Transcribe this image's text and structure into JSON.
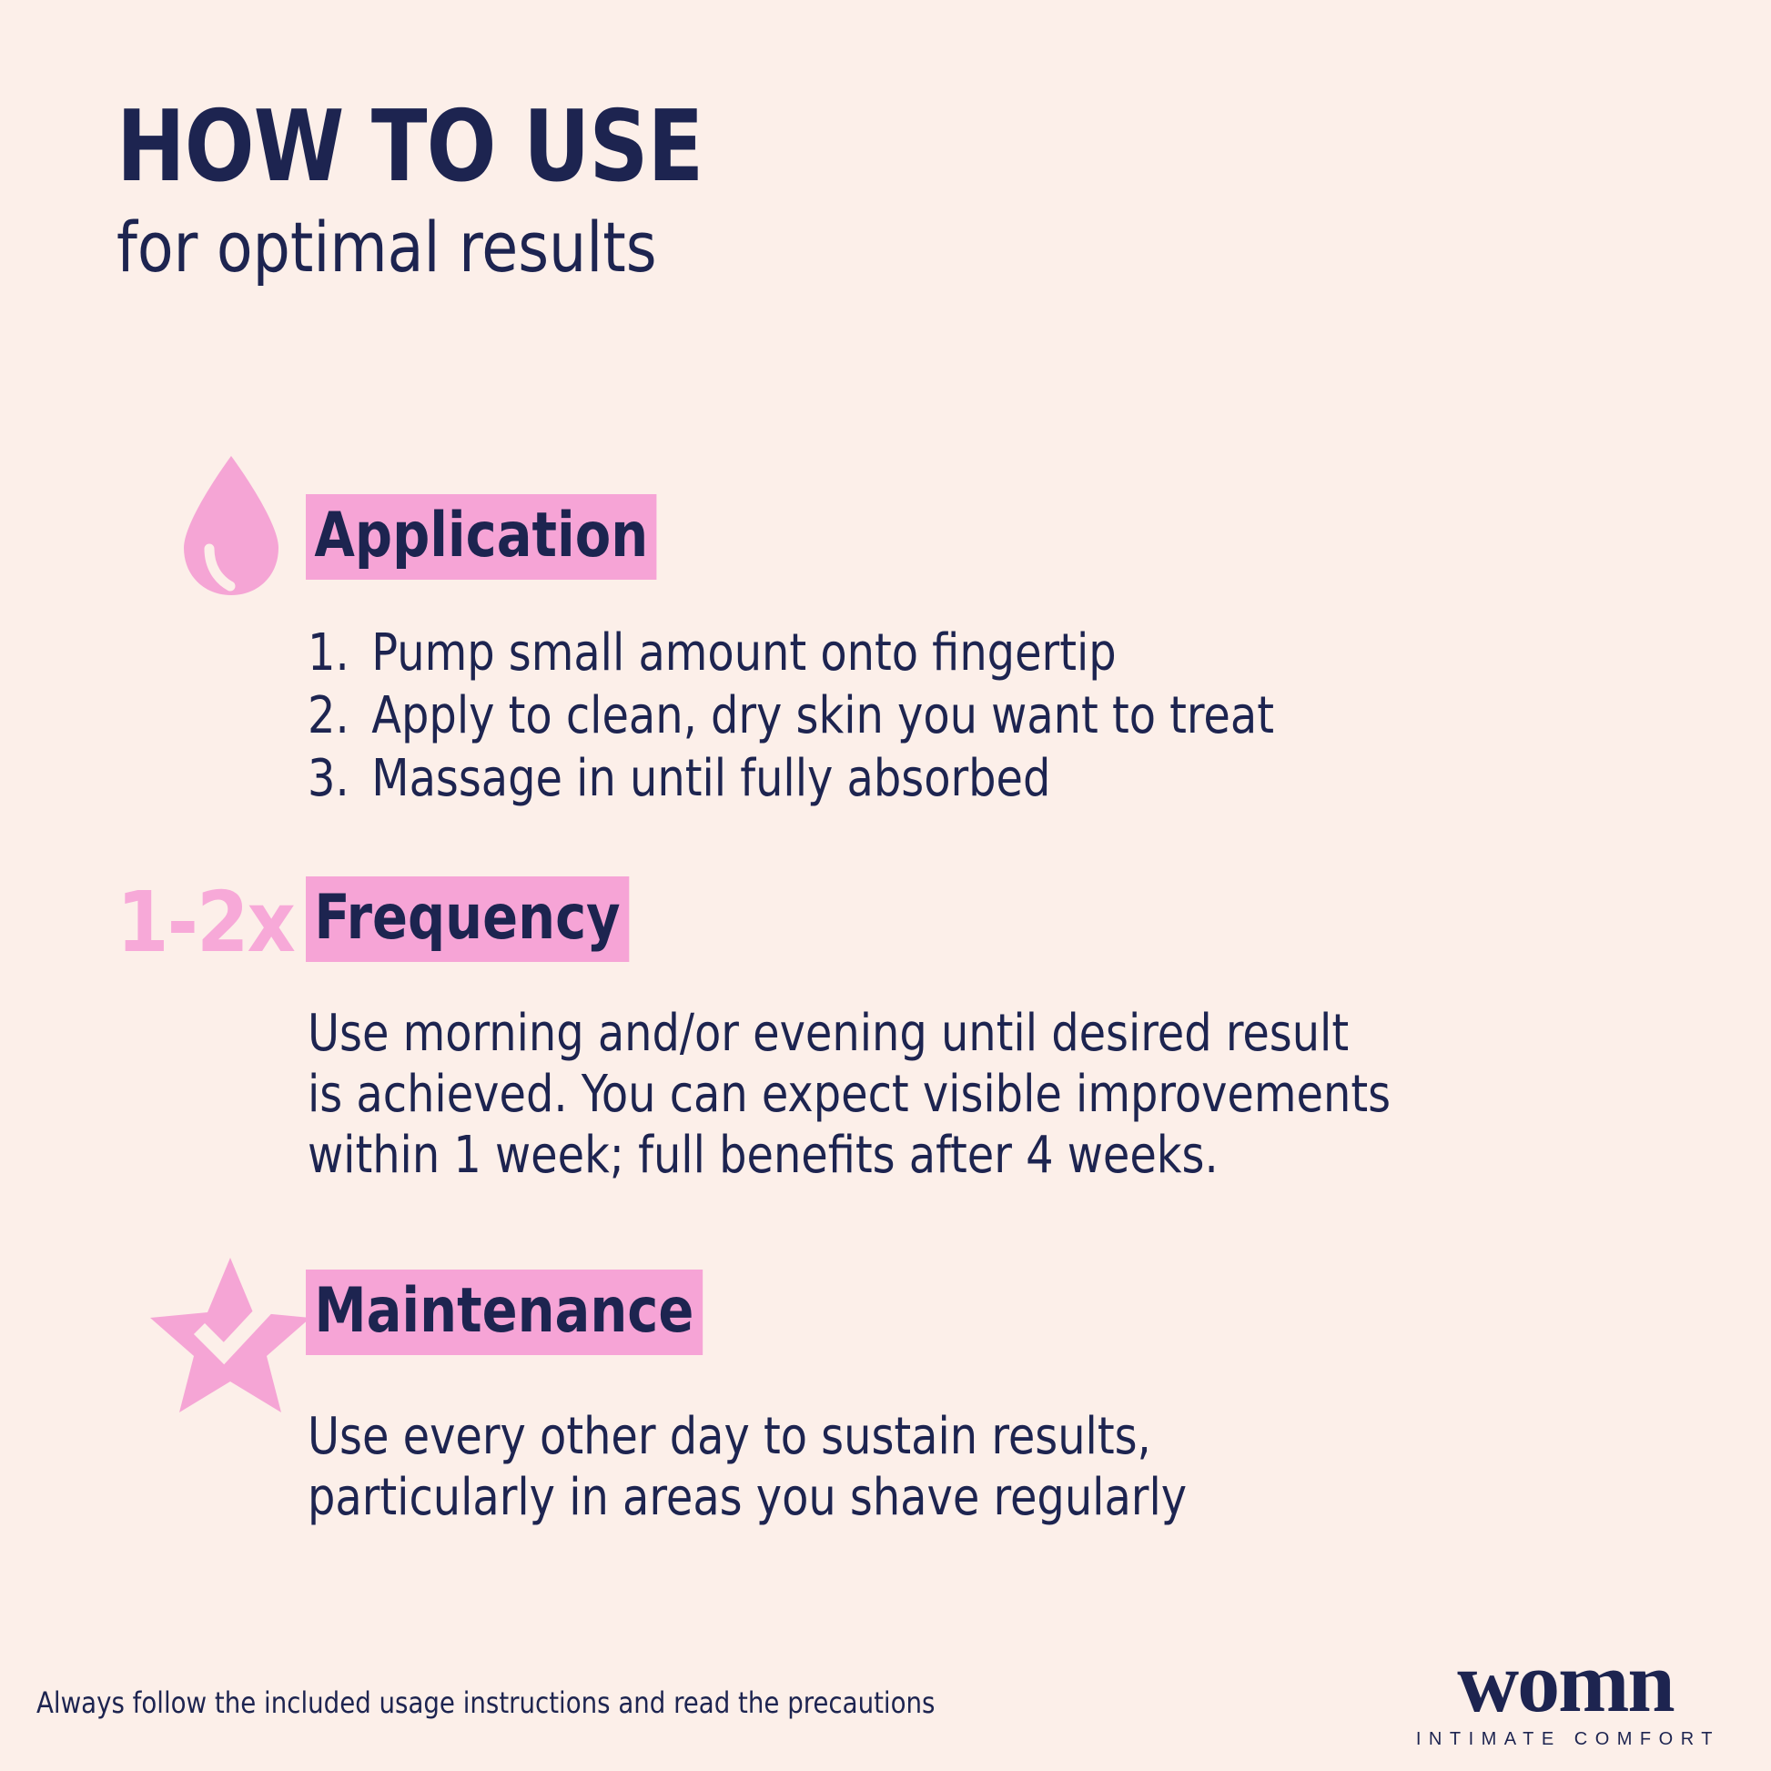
{
  "header": {
    "title": "HOW TO USE",
    "subtitle": "for optimal results"
  },
  "colors": {
    "background": "#fcefe9",
    "text_navy": "#1d2450",
    "highlight_pink": "#f6a4d6",
    "icon_pink": "#f5a5d5",
    "accent_pink": "#f7a9d8"
  },
  "sections": [
    {
      "id": "application",
      "icon": "droplet-icon",
      "heading": "Application",
      "steps": [
        {
          "num": "1.",
          "text": "Pump small amount onto fingertip"
        },
        {
          "num": "2.",
          "text": "Apply to clean, dry skin you want to treat"
        },
        {
          "num": "3.",
          "text": "Massage in until fully absorbed"
        }
      ]
    },
    {
      "id": "frequency",
      "icon": "frequency-badge",
      "icon_label": "1-2x",
      "heading": "Frequency",
      "body_lines": [
        "Use morning and/or evening until desired result",
        "is achieved. You can expect visible improvements",
        "within 1 week; full benefits after 4 weeks."
      ]
    },
    {
      "id": "maintenance",
      "icon": "star-check-icon",
      "heading": "Maintenance",
      "body_lines": [
        "Use every other day to sustain results,",
        "particularly in areas you shave regularly"
      ]
    }
  ],
  "footer": {
    "note": "Always follow the included usage instructions and read the precautions",
    "logo_word": "womn",
    "logo_tagline": "INTIMATE COMFORT"
  }
}
